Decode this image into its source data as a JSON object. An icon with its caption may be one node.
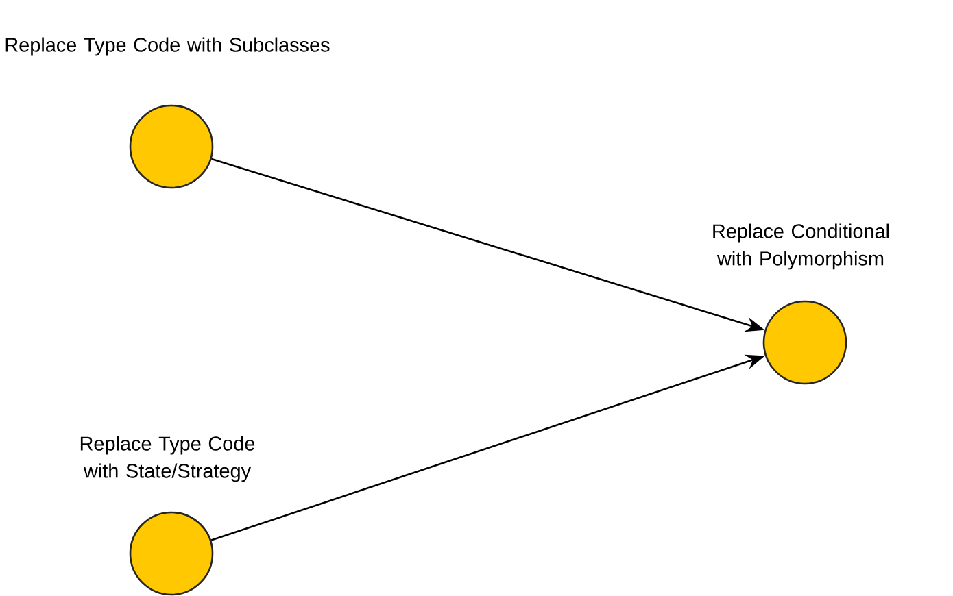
{
  "diagram": {
    "nodes": [
      {
        "text": [
          "Replace Type Code with Subclasses"
        ]
      },
      {
        "text": [
          "Replace Conditional with Polymorphism"
        ]
      },
      {
        "text": [
          "Replace Type Code with State/Strategy"
        ]
      }
    ],
    "edges": [
      {
        "from": 0,
        "to": 1,
        "arrow": "to"
      },
      {
        "from": 2,
        "to": 1,
        "arrow": "to"
      }
    ]
  }
}
